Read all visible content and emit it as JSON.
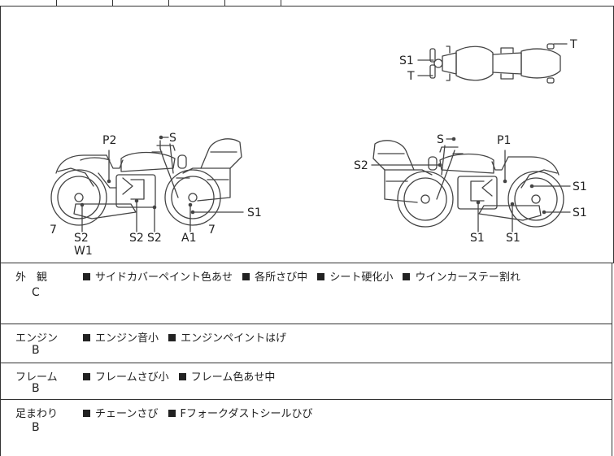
{
  "diagram": {
    "left_bike_labels": {
      "p2": "P2",
      "s_top": "S",
      "s1": "S1",
      "seven_l": "7",
      "s2_a": "S2",
      "w1": "W1",
      "s2_b": "S2",
      "s2_c": "S2",
      "a1": "A1",
      "seven_r": "7"
    },
    "right_bike_labels": {
      "s_top": "S",
      "p1": "P1",
      "s2": "S2",
      "s1_a": "S1",
      "s1_b": "S1",
      "s1_c": "S1",
      "s1_d": "S1"
    },
    "top_view_labels": {
      "s1": "S1",
      "t_left": "T",
      "t_right": "T"
    }
  },
  "sections": [
    {
      "category": "外　観",
      "grade": "C",
      "notes": [
        "サイドカバーペイント色あせ",
        "各所さび中",
        "シート硬化小",
        "ウインカーステー割れ"
      ]
    },
    {
      "category": "エンジン",
      "grade": "B",
      "notes": [
        "エンジン音小",
        "エンジンペイントはげ"
      ]
    },
    {
      "category": "フレーム",
      "grade": "B",
      "notes": [
        "フレームさび小",
        "フレーム色あせ中"
      ]
    },
    {
      "category": "足まわり",
      "grade": "B",
      "notes": [
        "チェーンさび",
        "Fフォークダストシールひび"
      ]
    }
  ]
}
